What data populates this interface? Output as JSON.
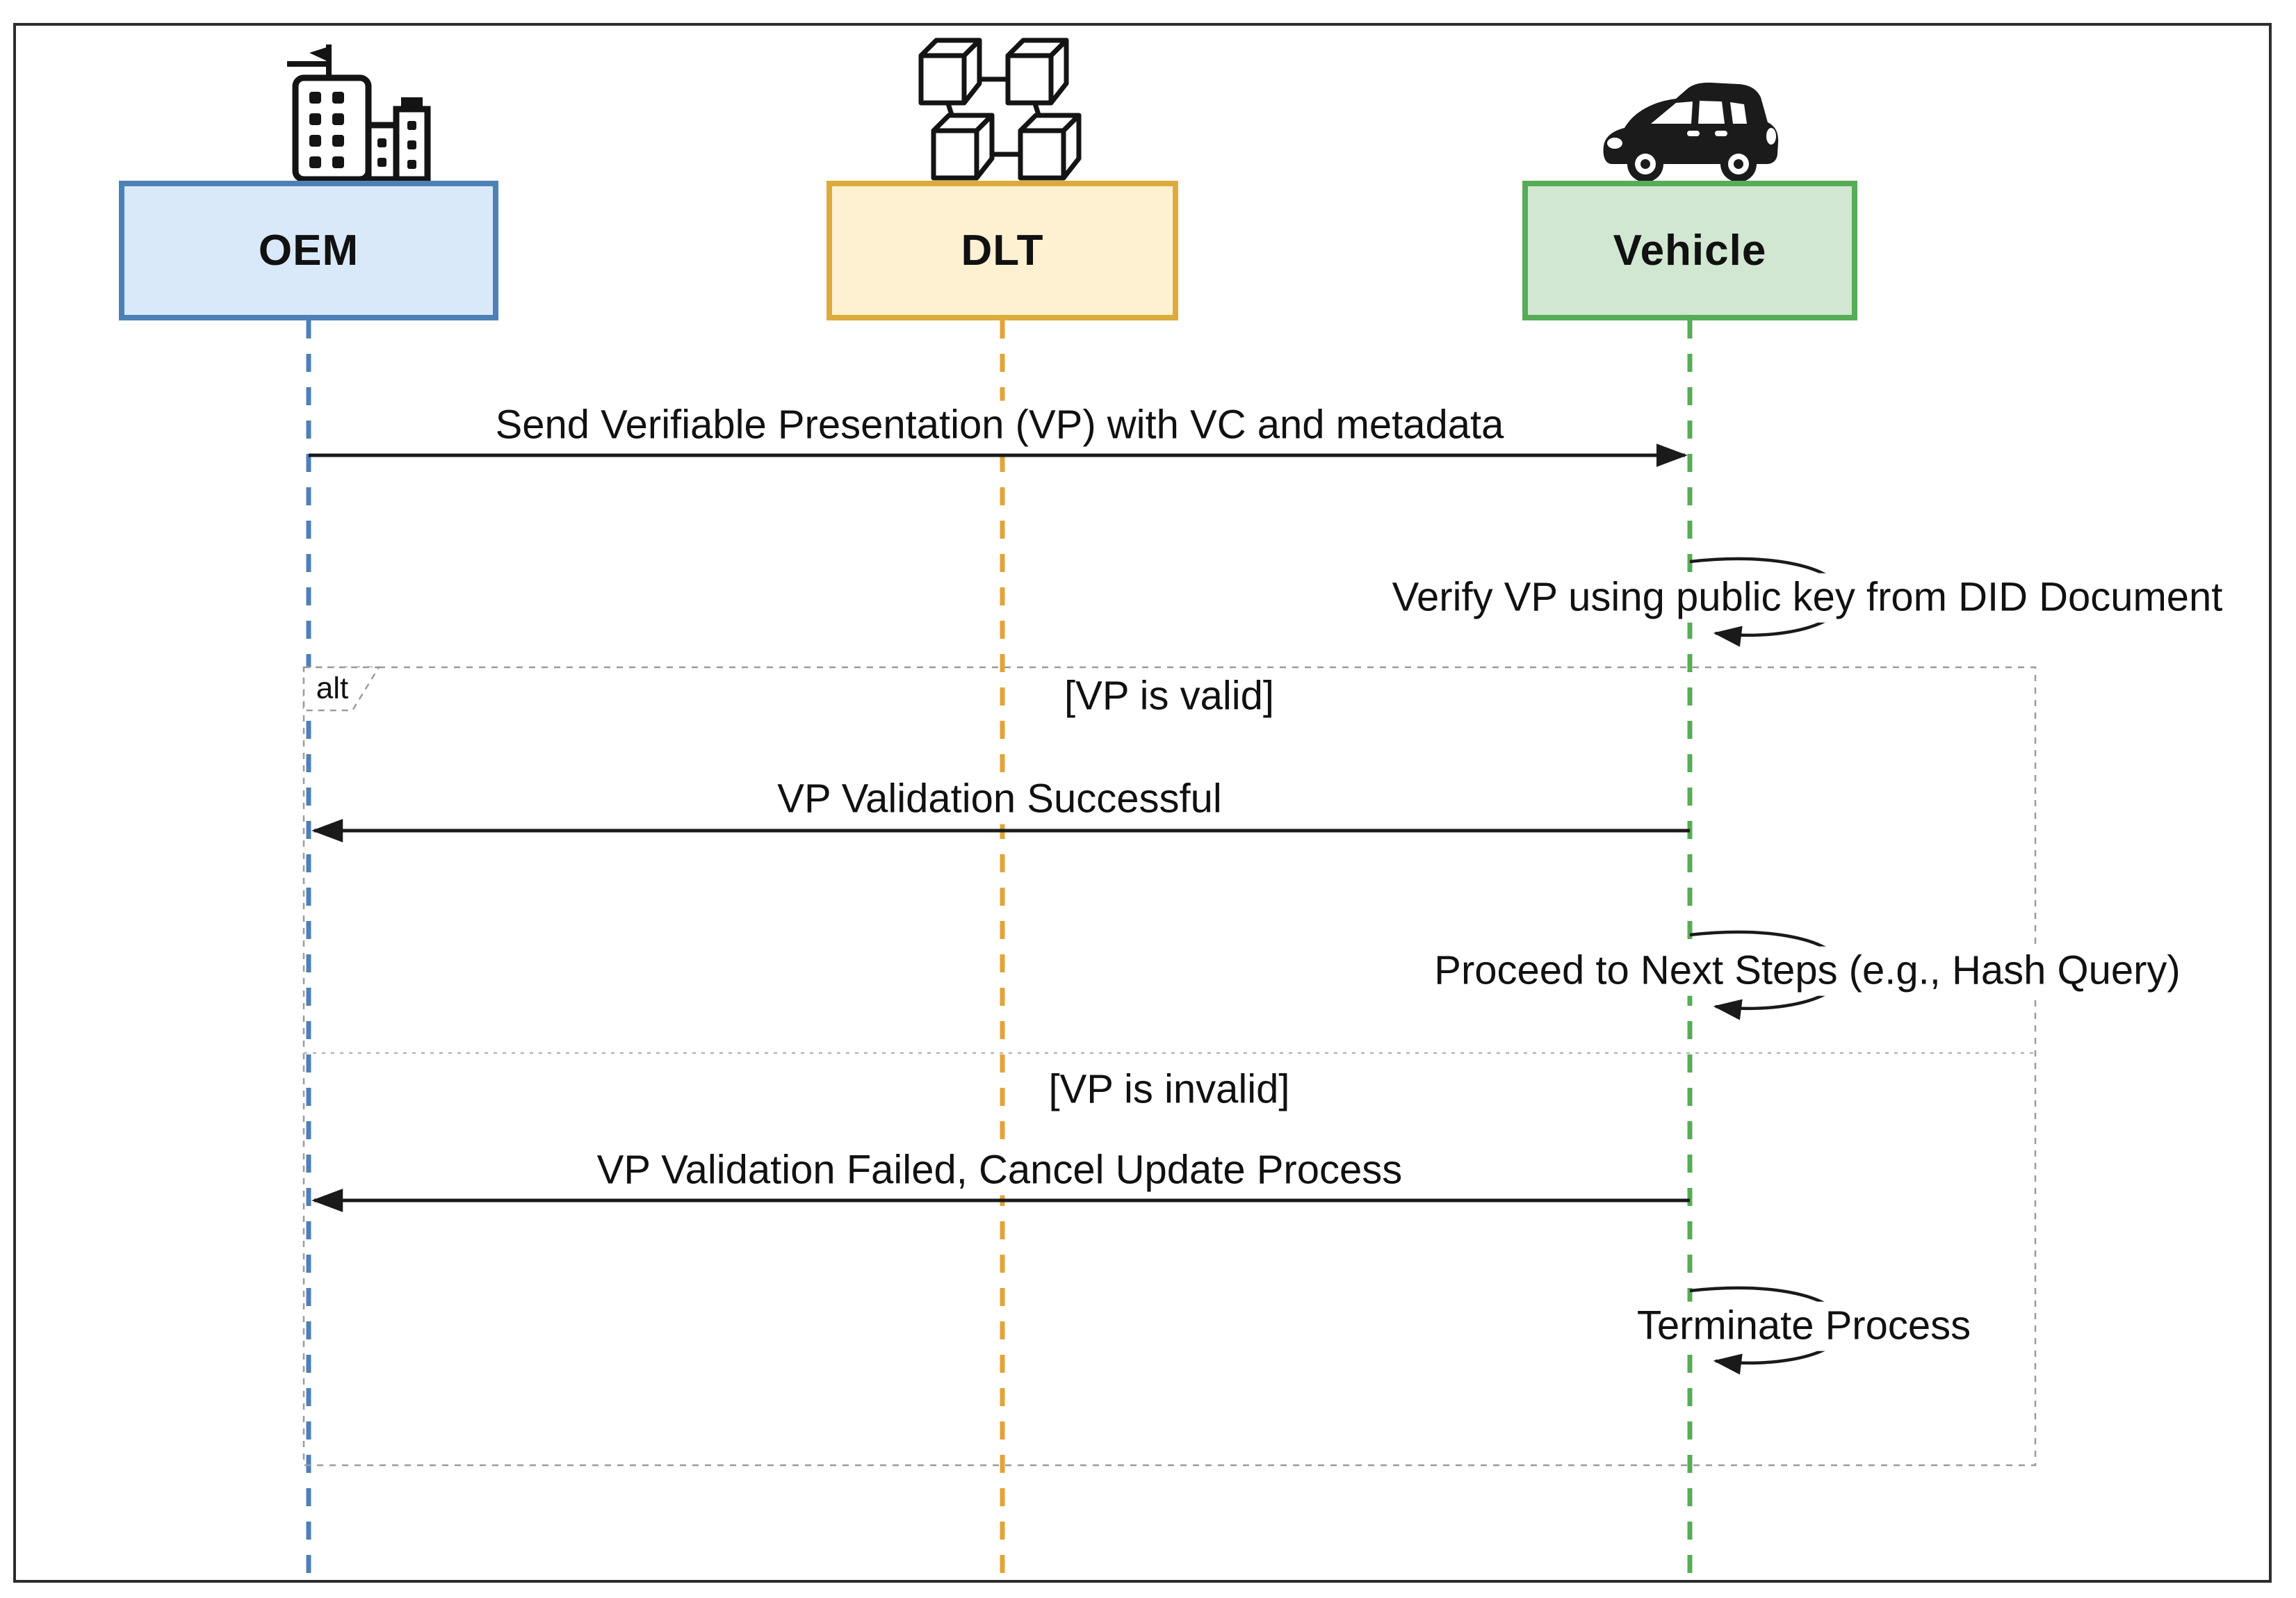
{
  "actors": [
    {
      "label": "OEM",
      "icon": "building-antenna-icon",
      "fill": "#d9e9f9",
      "border": "#4d81b6"
    },
    {
      "label": "DLT",
      "icon": "blockchain-cubes-icon",
      "fill": "#fdf1d1",
      "border": "#ddab3c"
    },
    {
      "label": "Vehicle",
      "icon": "car-icon",
      "fill": "#d1e7d2",
      "border": "#57ac57"
    }
  ],
  "messages": [
    {
      "from": "OEM",
      "to": "Vehicle",
      "type": "solid-arrow",
      "label": "Send Verifiable Presentation (VP) with VC and metadata"
    },
    {
      "from": "Vehicle",
      "to": "Vehicle",
      "type": "self-arrow",
      "label": "Verify VP using public key from DID Document"
    },
    {
      "from": "Vehicle",
      "to": "OEM",
      "type": "solid-arrow",
      "label": "VP Validation Successful"
    },
    {
      "from": "Vehicle",
      "to": "Vehicle",
      "type": "self-arrow",
      "label": "Proceed to Next Steps (e.g., Hash Query)"
    },
    {
      "from": "Vehicle",
      "to": "OEM",
      "type": "solid-arrow",
      "label": "VP Validation Failed, Cancel Update Process"
    },
    {
      "from": "Vehicle",
      "to": "Vehicle",
      "type": "self-arrow",
      "label": "Terminate Process"
    }
  ],
  "alt_frame": {
    "operator": "alt",
    "guard_valid": "[VP is valid]",
    "guard_invalid": "[VP is invalid]"
  },
  "colors": {
    "oem_lifeline": "#4d81b6",
    "dlt_lifeline": "#e2a43a",
    "vehicle_lifeline": "#57ac57",
    "message_line": "#1a1a1a",
    "frame_border": "#9b9b9b"
  }
}
